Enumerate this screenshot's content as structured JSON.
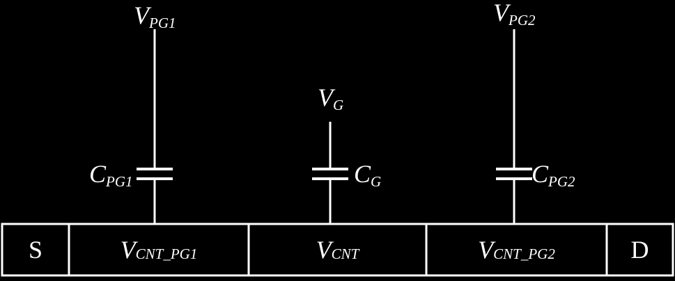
{
  "colors": {
    "background": "#000000",
    "foreground": "#ffffff"
  },
  "gates": {
    "pg1": {
      "voltage_main": "V",
      "voltage_sub": "PG1",
      "cap_main": "C",
      "cap_sub": "PG1"
    },
    "g": {
      "voltage_main": "V",
      "voltage_sub": "G",
      "cap_main": "C",
      "cap_sub": "G"
    },
    "pg2": {
      "voltage_main": "V",
      "voltage_sub": "PG2",
      "cap_main": "C",
      "cap_sub": "PG2"
    }
  },
  "channel": {
    "source": "S",
    "drain": "D",
    "cnt_pg1_main": "V",
    "cnt_pg1_sub": "CNT_PG1",
    "cnt_main": "V",
    "cnt_sub": "CNT",
    "cnt_pg2_main": "V",
    "cnt_pg2_sub": "CNT_PG2"
  }
}
